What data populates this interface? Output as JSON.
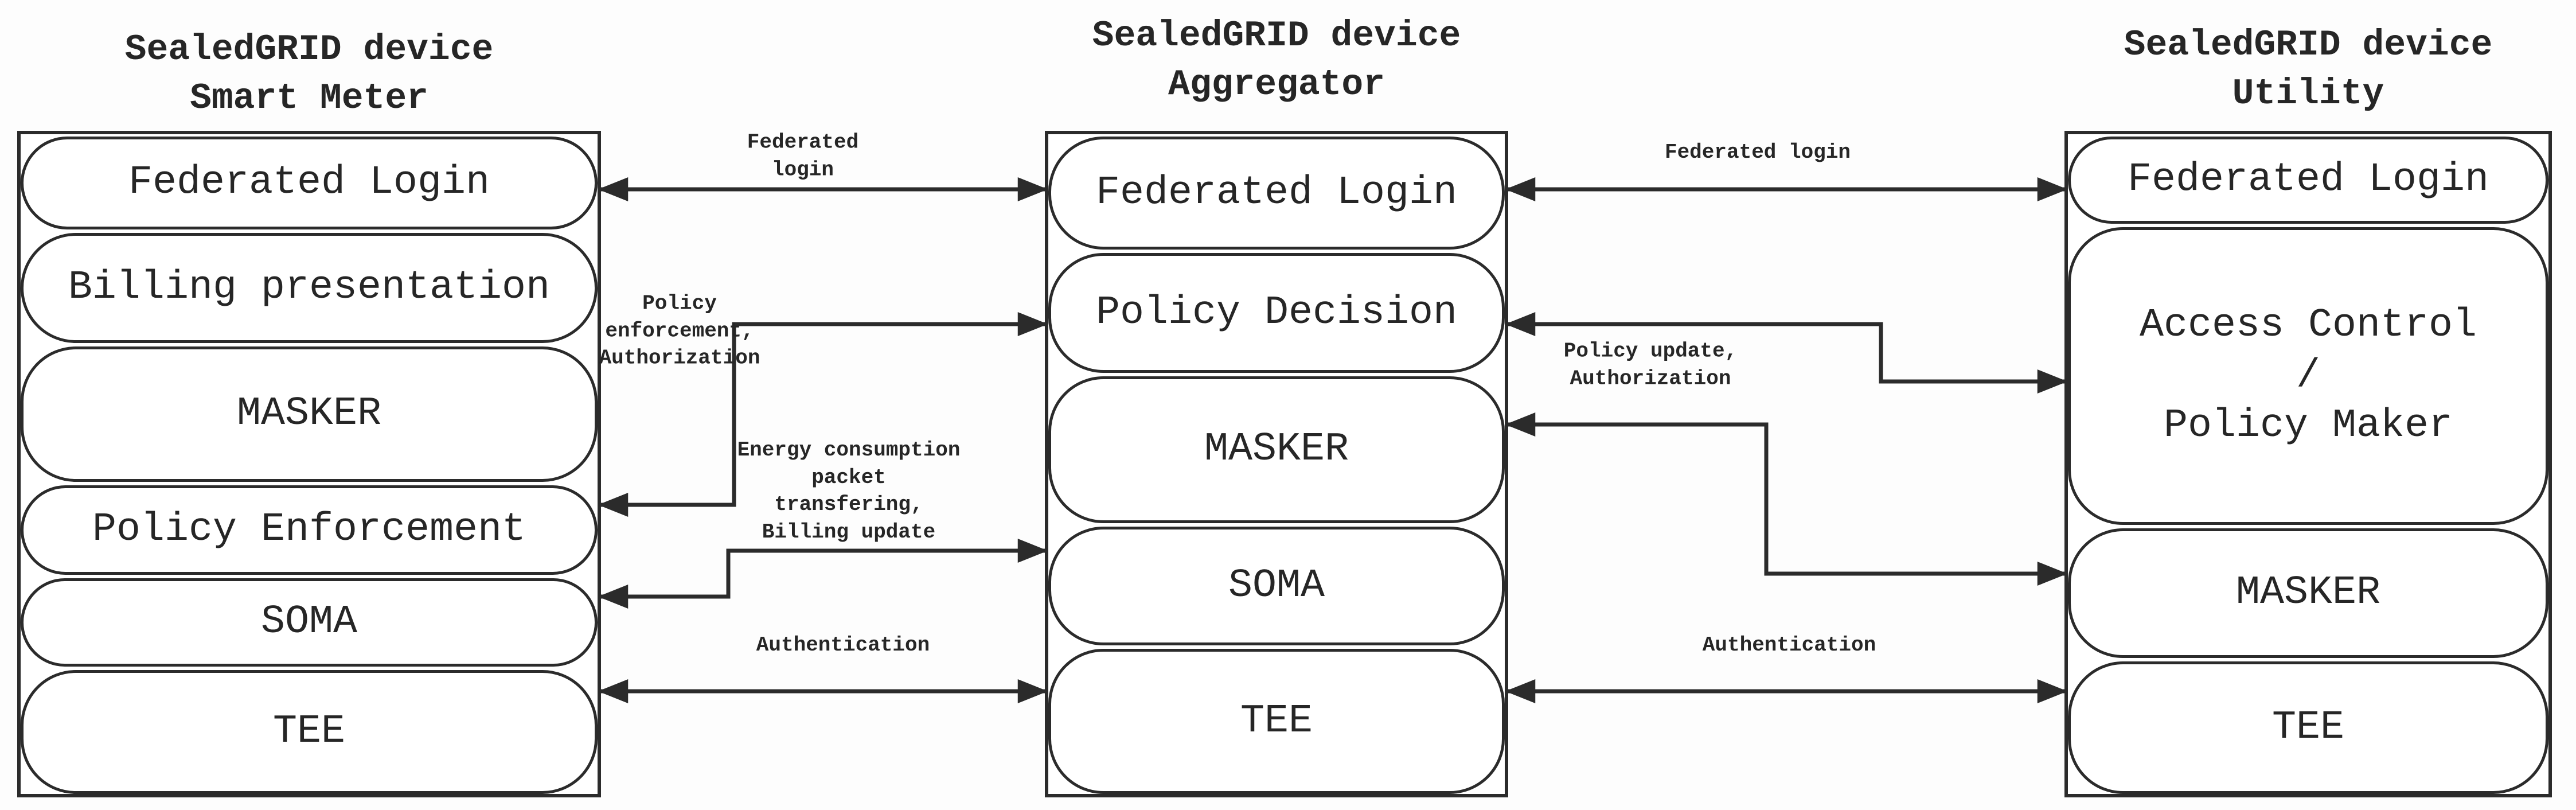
{
  "colors": {
    "ink": "#2b2b2b",
    "background": "#ffffff"
  },
  "columns": [
    {
      "id": "smart-meter",
      "title": "SealedGRID device\nSmart Meter",
      "boxes": [
        "Federated Login",
        "Billing presentation",
        "MASKER",
        "Policy Enforcement",
        "SOMA",
        "TEE"
      ]
    },
    {
      "id": "aggregator",
      "title": "SealedGRID device\nAggregator",
      "boxes": [
        "Federated Login",
        "Policy Decision",
        "MASKER",
        "SOMA",
        "TEE"
      ]
    },
    {
      "id": "utility",
      "title": "SealedGRID device\nUtility",
      "boxes": [
        "Federated Login",
        "Access Control\n/\nPolicy Maker",
        "MASKER",
        "TEE"
      ]
    }
  ],
  "connections": [
    {
      "label": "Federated\nlogin"
    },
    {
      "label": "Policy\nenforcement,\nAuthorization"
    },
    {
      "label": "Energy consumption\npacket\ntransfering,\nBilling update"
    },
    {
      "label": "Authentication"
    },
    {
      "label": "Federated login"
    },
    {
      "label": "Policy update,\nAuthorization"
    },
    {
      "label": "Authentication"
    }
  ]
}
